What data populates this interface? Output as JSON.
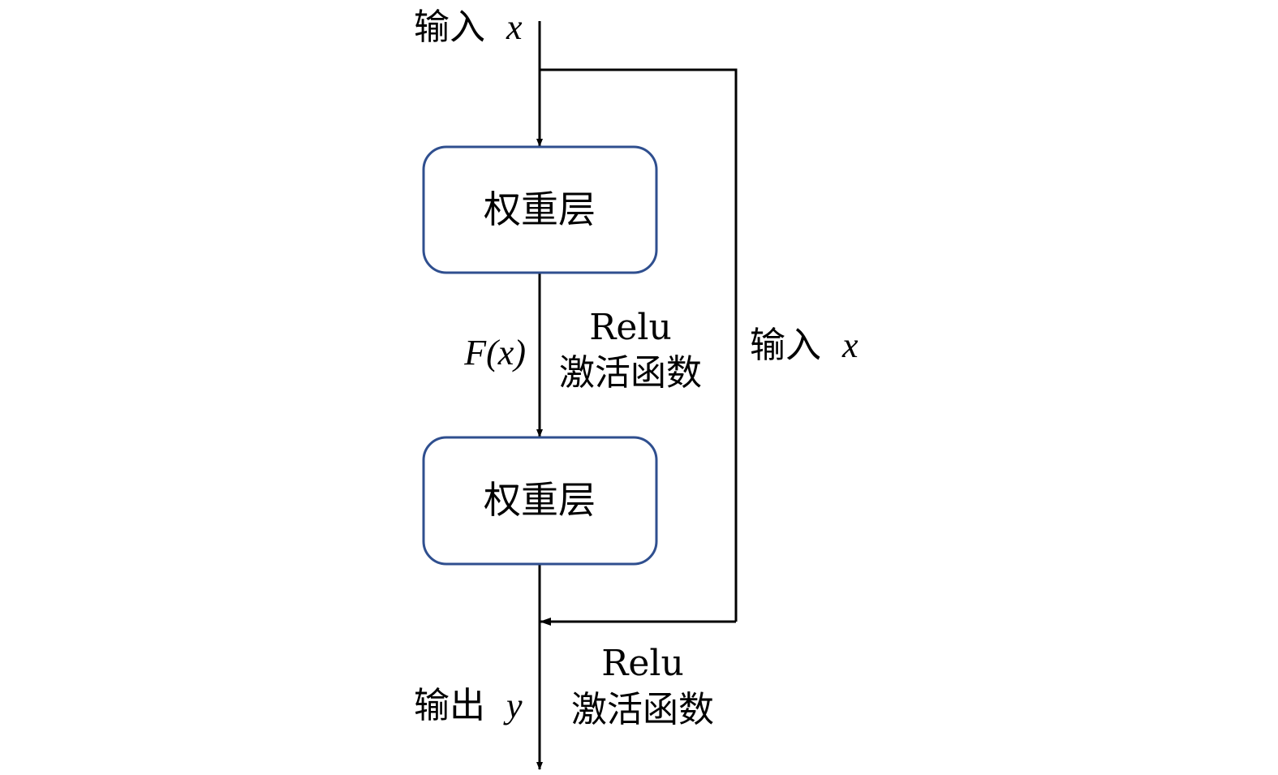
{
  "colors": {
    "box_border": "#2F4F8F",
    "line": "#000000",
    "text": "#000000",
    "background": "#FFFFFF"
  },
  "labels": {
    "input_top": {
      "text": "输入",
      "var": "x"
    },
    "input_side": {
      "text": "输入",
      "var": "x"
    },
    "output": {
      "text": "输出",
      "var": "y"
    },
    "fx": "F(x)",
    "relu1": {
      "line1": "Relu",
      "line2": "激活函数"
    },
    "relu2": {
      "line1": "Relu",
      "line2": "激活函数"
    }
  },
  "boxes": [
    {
      "label": "权重层"
    },
    {
      "label": "权重层"
    }
  ]
}
